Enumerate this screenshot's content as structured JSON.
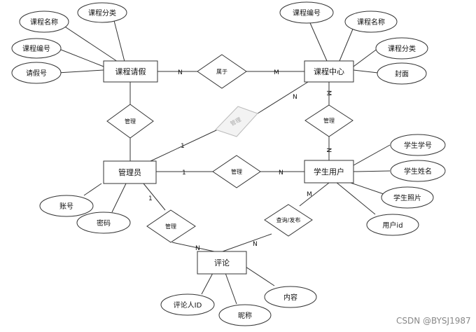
{
  "entities": {
    "course_leave": "课程请假",
    "course_center": "课程中心",
    "admin": "管理员",
    "student_user": "学生用户",
    "comment": "评论"
  },
  "attributes": {
    "cl_course_name": "课程名称",
    "cl_course_category": "课程分类",
    "cl_course_no": "课程编号",
    "cl_leave_no": "请假号",
    "cc_course_no": "课程编号",
    "cc_course_name": "课程名称",
    "cc_course_category": "课程分类",
    "cc_cover": "封面",
    "su_student_no": "学生学号",
    "su_student_name": "学生姓名",
    "su_student_photo": "学生照片",
    "su_user_id": "用户id",
    "ad_account": "账号",
    "ad_password": "密码",
    "cm_commenter_id": "评论人ID",
    "cm_nickname": "昵称",
    "cm_content": "内容"
  },
  "relations": {
    "belongs_to": "属于",
    "manage_leave": "管理",
    "manage_center_faded": "管理",
    "manage_center": "管理",
    "manage_student": "管理",
    "manage_comment": "管理",
    "query_publish": "查询/发布"
  },
  "cardinalities": {
    "leave_belongs": "N",
    "belongs_center": "M",
    "center_faded": "N",
    "admin_faded": "1",
    "center_manage": "M",
    "manage_student_top": "N",
    "admin_manage_student": "1",
    "manage_student_right": "N",
    "admin_comment": "1",
    "manage_comment_bottom": "N",
    "student_query": "M",
    "query_comment": "N"
  },
  "watermark": "CSDN @BYSJ1987"
}
